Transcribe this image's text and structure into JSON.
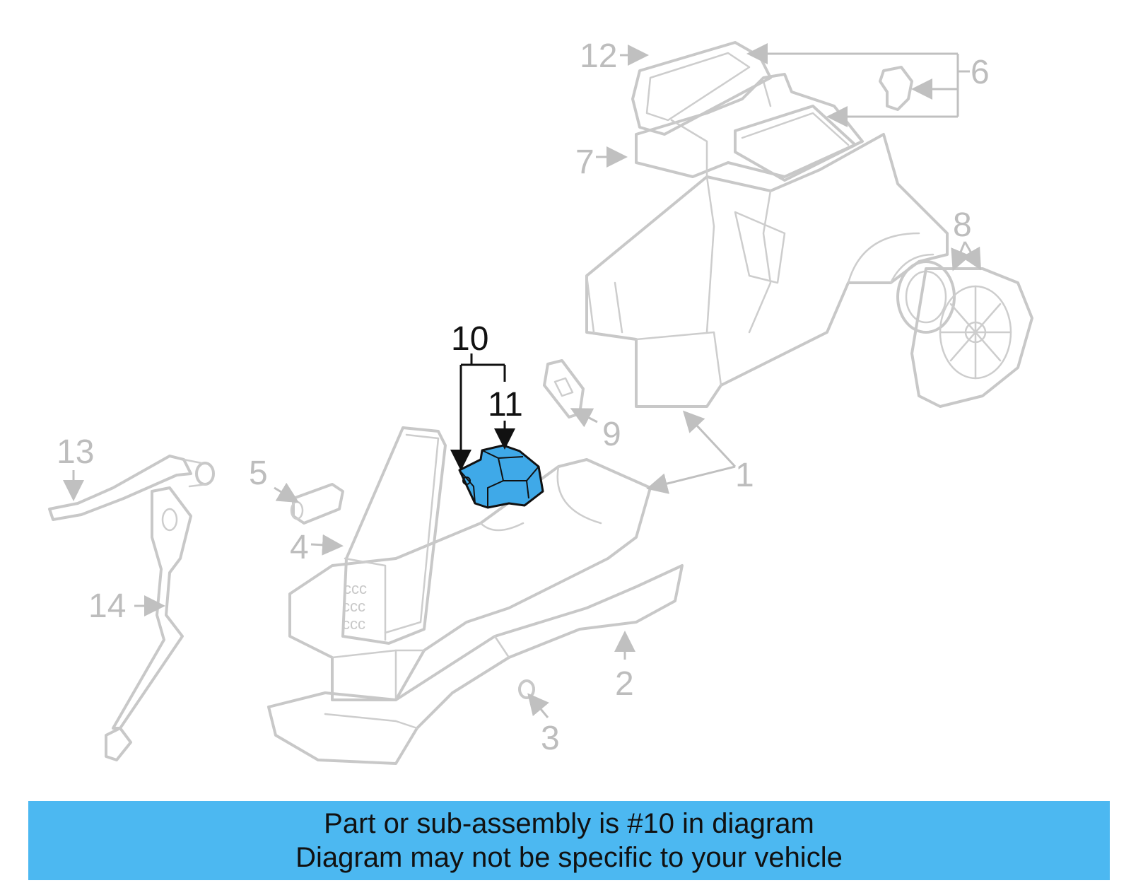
{
  "callouts": {
    "c1": "1",
    "c2": "2",
    "c3": "3",
    "c4": "4",
    "c5": "5",
    "c6": "6",
    "c7": "7",
    "c8": "8",
    "c9": "9",
    "c10": "10",
    "c11": "11",
    "c12": "12",
    "c13": "13",
    "c14": "14"
  },
  "highlighted_part": "10",
  "colors": {
    "highlight_fill": "#3fa9e8",
    "banner_bg": "#4cb8f1",
    "ghost_stroke": "#c8c8c8",
    "ink": "#111111"
  },
  "banner": {
    "line1": "Part or sub-assembly is #10 in diagram",
    "line2": "Diagram may not be specific to your vehicle"
  }
}
